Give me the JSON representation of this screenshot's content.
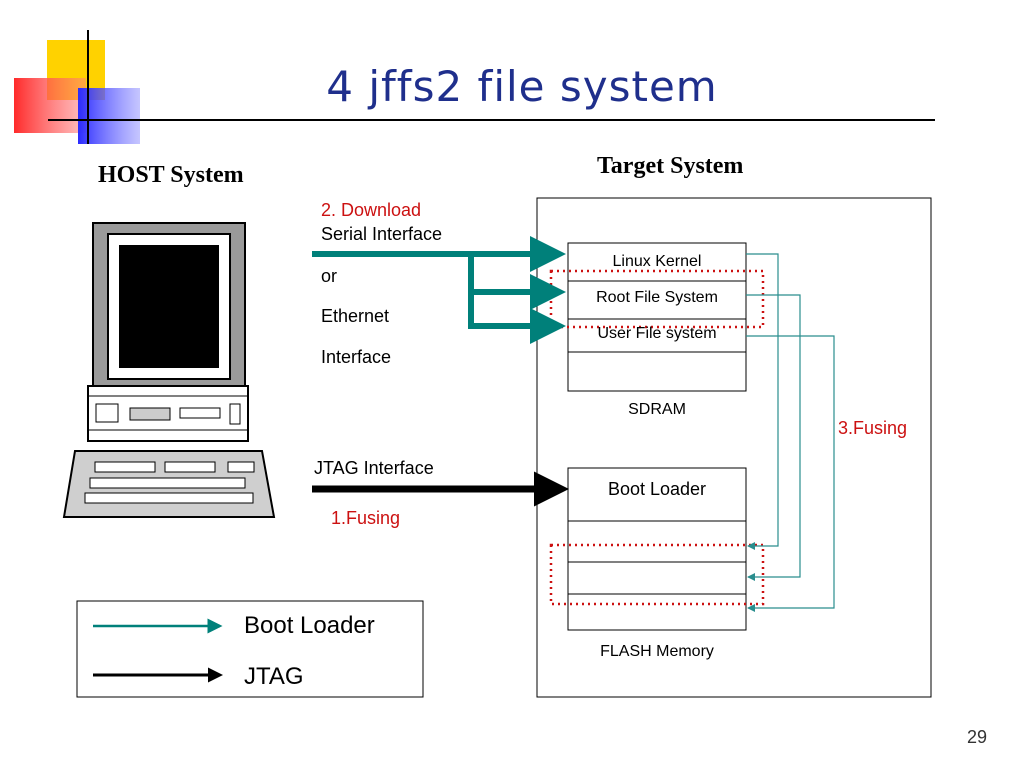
{
  "slide": {
    "title": "4 jffs2 file system",
    "page_number": "29"
  },
  "host": {
    "label": "HOST System"
  },
  "target": {
    "label": "Target System"
  },
  "interfaces": {
    "download_label": "2. Download",
    "serial": "Serial Interface",
    "or": "or",
    "ethernet": "Ethernet",
    "interface": "Interface",
    "jtag": "JTAG Interface",
    "fusing1": "1.Fusing",
    "fusing3": "3.Fusing"
  },
  "sdram": {
    "rows": [
      "Linux Kernel",
      "Root File System",
      "User File system",
      ""
    ],
    "label": "SDRAM"
  },
  "flash": {
    "rows": [
      "Boot Loader",
      "",
      "",
      ""
    ],
    "label": "FLASH Memory"
  },
  "legend": {
    "bootloader": "Boot Loader",
    "jtag": "JTAG"
  },
  "colors": {
    "title": "#1f2f8c",
    "teal_arrow": "#00807a",
    "black_arrow": "#000000",
    "highlight_red": "#cc1111",
    "thin_line": "#2a8e8e"
  }
}
